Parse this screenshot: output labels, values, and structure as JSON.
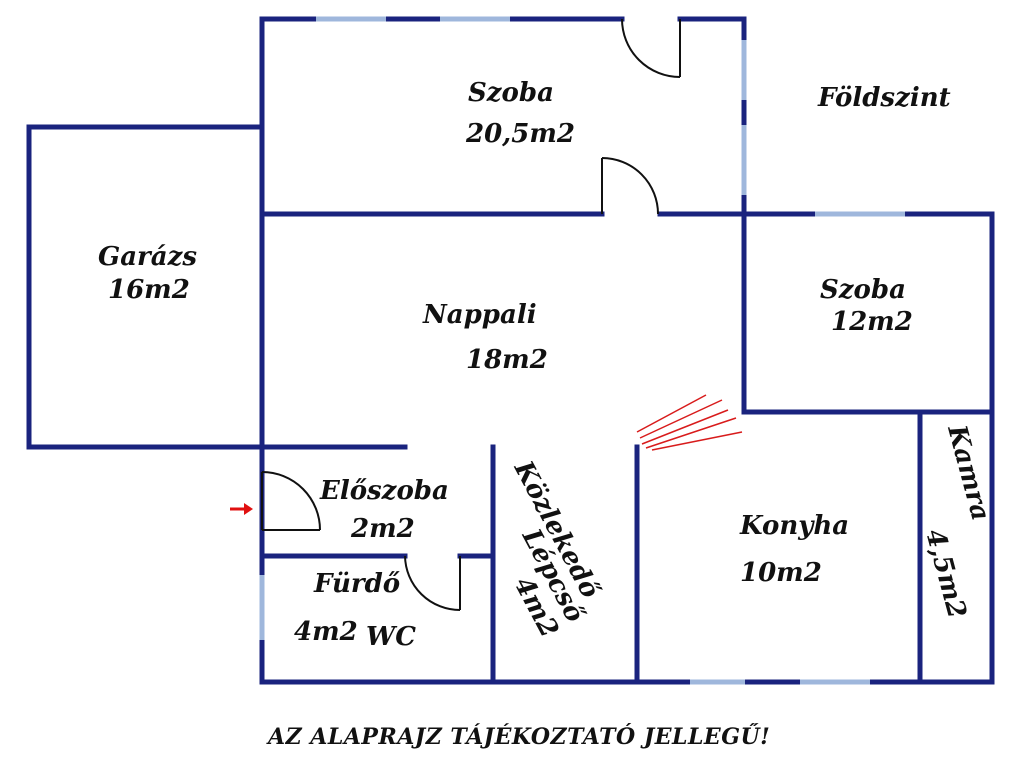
{
  "floor_label": "Földszint",
  "rooms": {
    "szoba_top": {
      "name": "Szoba",
      "area": "20,5m2"
    },
    "garazs": {
      "name": "Garázs",
      "area": "16m2"
    },
    "nappali": {
      "name": "Nappali",
      "area": "18m2"
    },
    "szoba_right": {
      "name": "Szoba",
      "area": "12m2"
    },
    "eloszoba": {
      "name": "Előszoba",
      "area": "2m2"
    },
    "kozlekedo": {
      "name": "Közlekedő",
      "sub": "Lépcső",
      "area": "4m2"
    },
    "konyha": {
      "name": "Konyha",
      "area": "10m2"
    },
    "kamra": {
      "name": "Kamra",
      "area": "4,5m2"
    },
    "furdo": {
      "name": "Fürdő",
      "area": "4m2",
      "extra": "WC"
    }
  },
  "disclaimer": "AZ ALAPRAJZ TÁJÉKOZTATÓ JELLEGŰ!",
  "colors": {
    "wall": "#1a237e",
    "window": "#9fb7dc",
    "door": "#111111",
    "stairs": "#d81b1b",
    "entrance_arrow": "#e01010"
  },
  "icons": {
    "entrance": "right-arrow-icon"
  }
}
